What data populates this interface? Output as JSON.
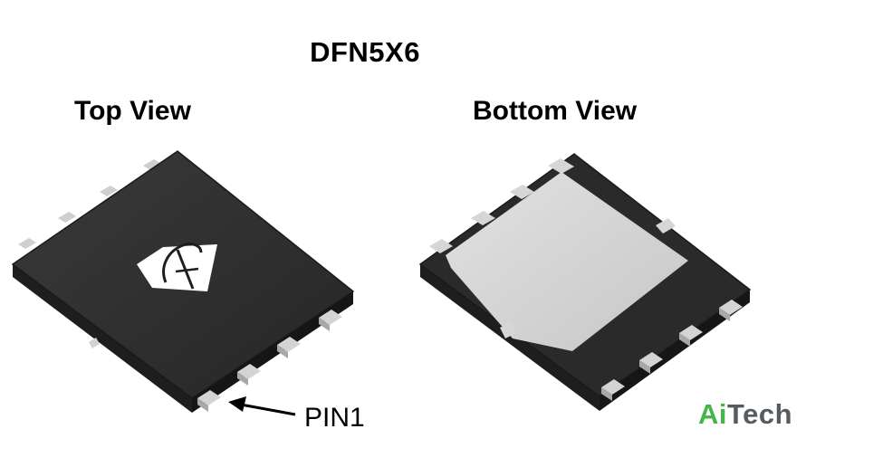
{
  "title": "DFN5X6",
  "views": {
    "top_label": "Top View",
    "bottom_label": "Bottom View"
  },
  "annotation": {
    "pin1_label": "PIN1"
  },
  "brand": {
    "part1": "Ai",
    "part2": "Tech",
    "color_part1": "#43b649",
    "color_part2": "#555b5f"
  },
  "colors": {
    "package_body": "#2b2b2b",
    "package_edge": "#1c1c1c",
    "pad_metal": "#d2d2d2",
    "logo_background": "#ffffff"
  },
  "icons": {
    "logo_mark": "a-logo-mark",
    "pin1_arrow": "arrow-left-icon"
  }
}
